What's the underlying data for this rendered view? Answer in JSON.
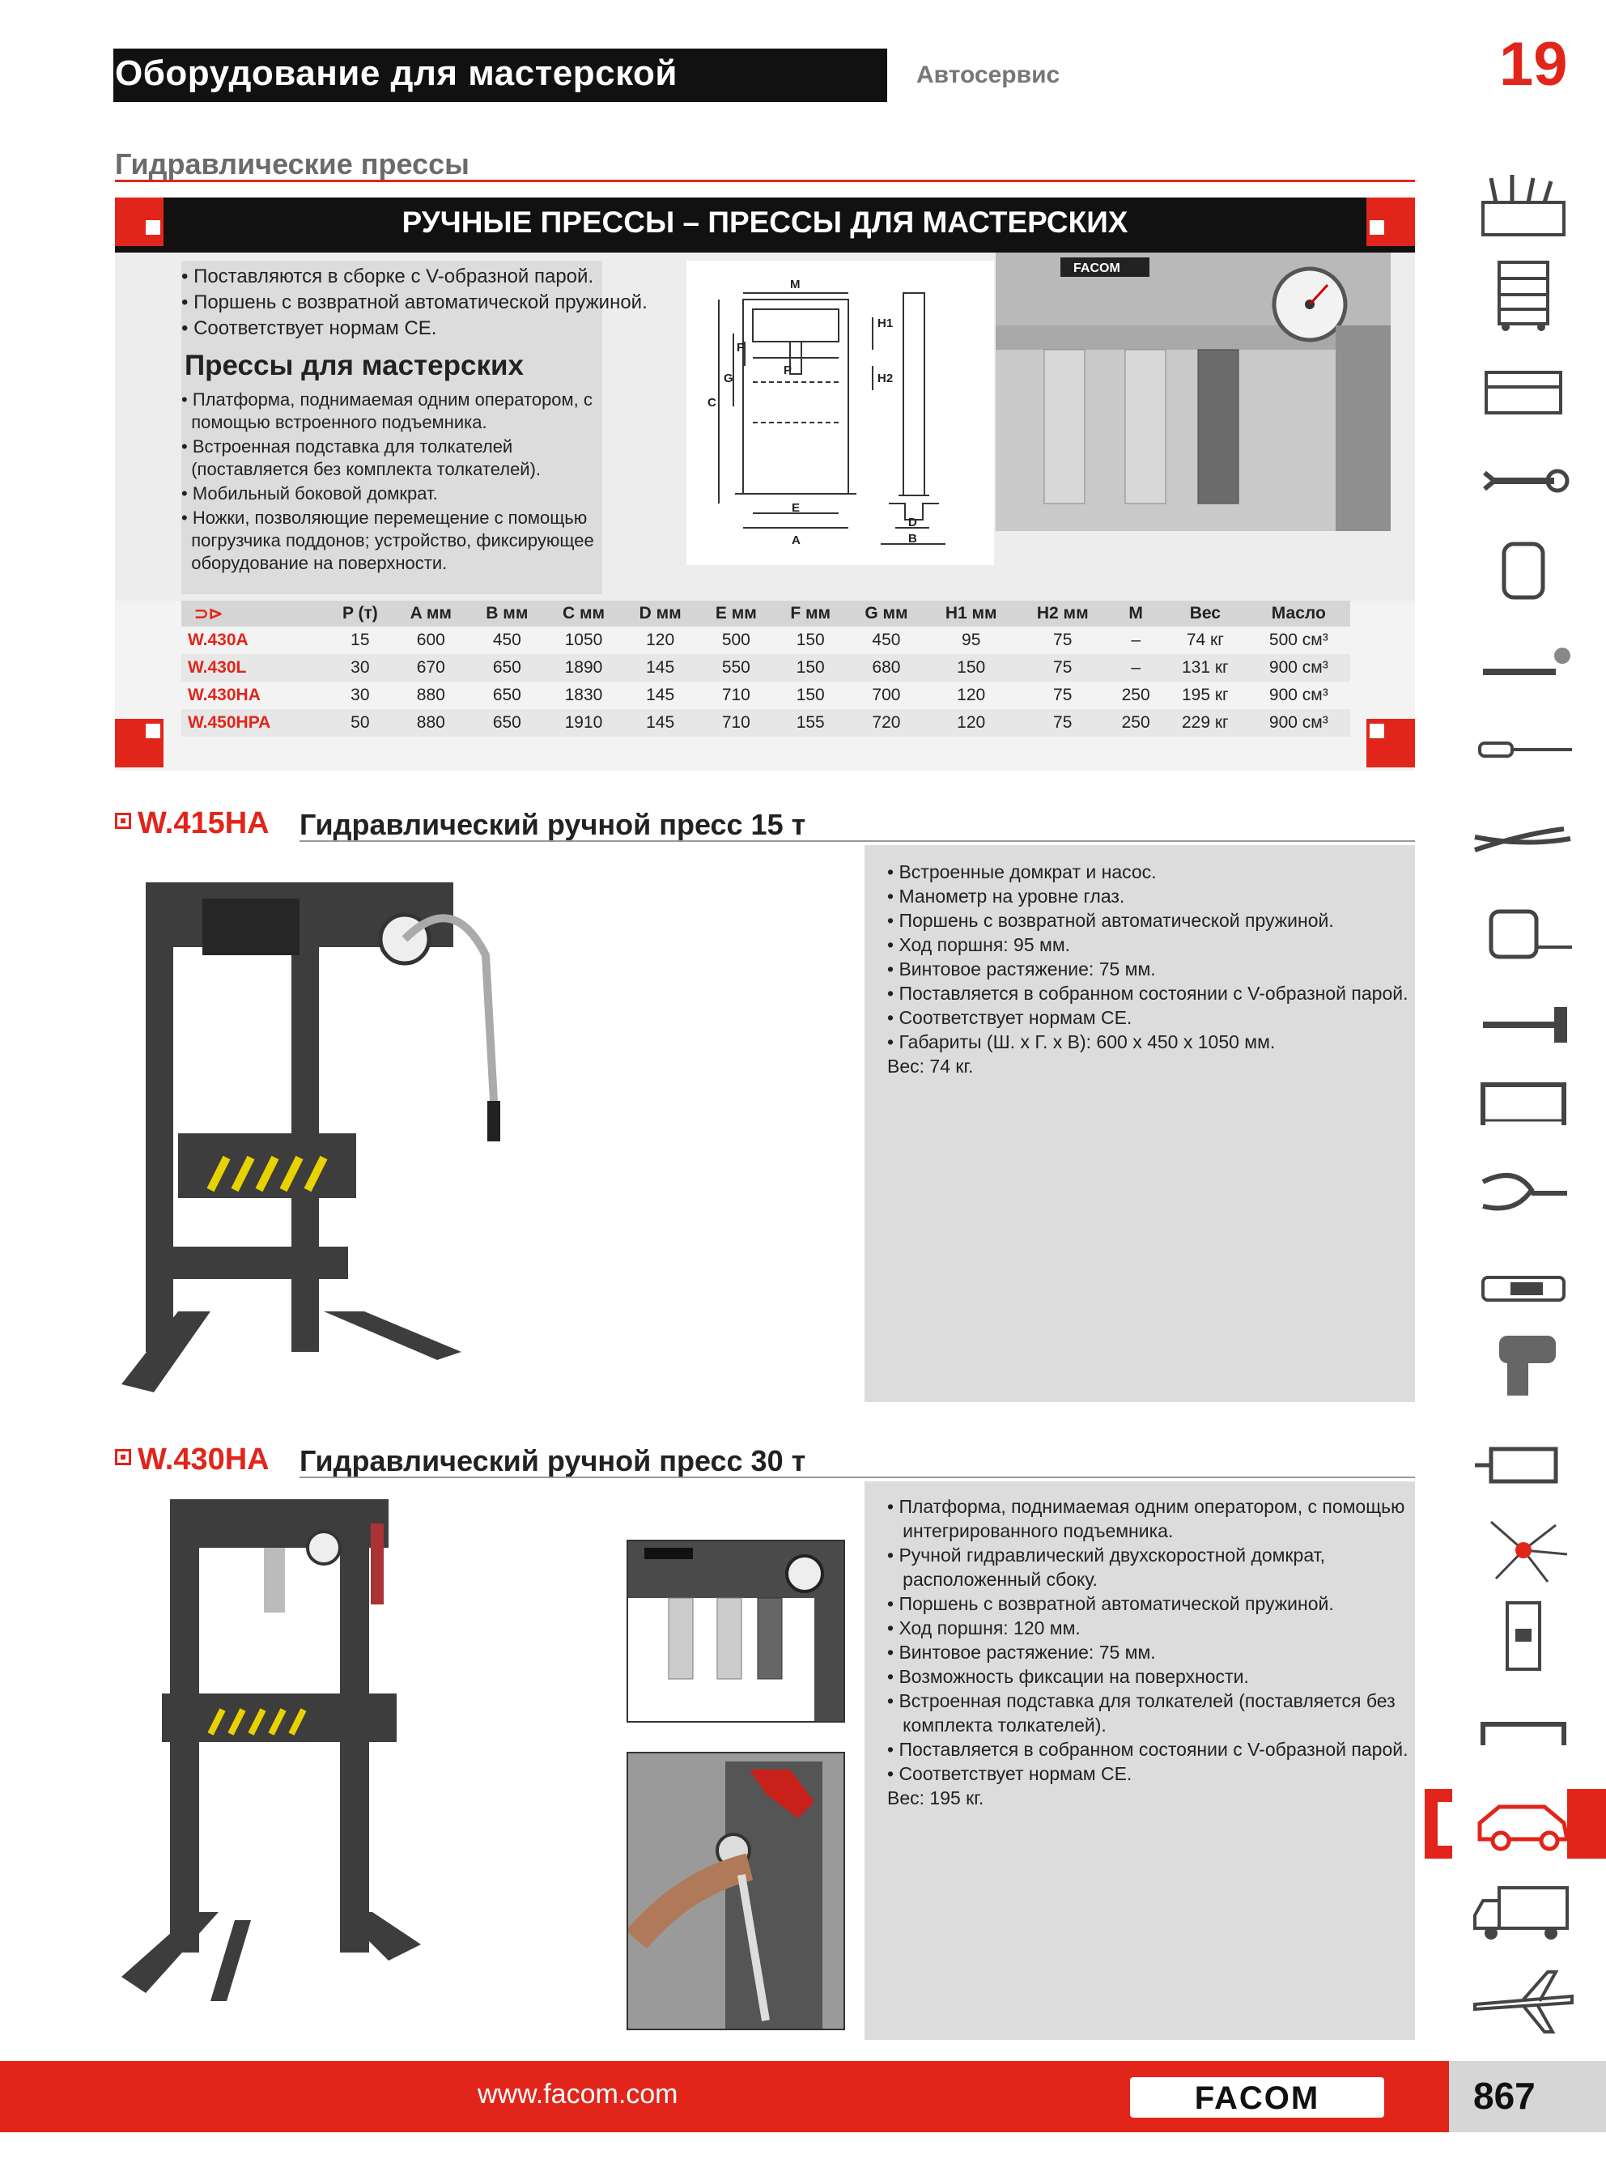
{
  "header": {
    "title": "Оборудование для мастерской",
    "subtitle": "Автосервис",
    "chapter_number": "19"
  },
  "section": {
    "title": "Гидравлические прессы",
    "banner": "РУЧНЫЕ ПРЕССЫ – ПРЕССЫ ДЛЯ МАСТЕРСКИХ"
  },
  "intro": {
    "bullets": [
      "Поставляются в сборке с V-образной парой.",
      "Поршень с возвратной автоматической пружиной.",
      "Соответствует нормам CE."
    ],
    "subheading": "Прессы для мастерских",
    "sub_bullets": [
      "• Платформа, поднимаемая одним оператором, с",
      "  помощью встроенного подъемника.",
      "• Встроенная подставка для толкателей",
      "  (поставляется без комплекта толкателей).",
      "• Мобильный боковой домкрат.",
      "• Ножки, позволяющие перемещение с помощью",
      "  погрузчика поддонов; устройство, фиксирующее",
      "  оборудование на поверхности."
    ]
  },
  "diagram": {
    "labels": [
      "M",
      "H1",
      "F",
      "G",
      "C",
      "P",
      "H2",
      "E",
      "A",
      "D",
      "B"
    ]
  },
  "photo": {
    "logo_text": "FACOM"
  },
  "table": {
    "headers": [
      "P (т)",
      "A мм",
      "B мм",
      "C мм",
      "D мм",
      "E мм",
      "F мм",
      "G мм",
      "H1 мм",
      "H2 мм",
      "M",
      "Вес",
      "Масло"
    ],
    "rows": [
      {
        "code": "W.430A",
        "cells": [
          "15",
          "600",
          "450",
          "1050",
          "120",
          "500",
          "150",
          "450",
          "95",
          "75",
          "–",
          "74 кг",
          "500 см³"
        ]
      },
      {
        "code": "W.430L",
        "cells": [
          "30",
          "670",
          "650",
          "1890",
          "145",
          "550",
          "150",
          "680",
          "150",
          "75",
          "–",
          "131 кг",
          "900 см³"
        ]
      },
      {
        "code": "W.430HA",
        "cells": [
          "30",
          "880",
          "650",
          "1830",
          "145",
          "710",
          "150",
          "700",
          "120",
          "75",
          "250",
          "195 кг",
          "900 см³"
        ]
      },
      {
        "code": "W.450HPA",
        "cells": [
          "50",
          "880",
          "650",
          "1910",
          "145",
          "710",
          "155",
          "720",
          "120",
          "75",
          "250",
          "229 кг",
          "900 см³"
        ]
      }
    ]
  },
  "products": [
    {
      "code": "W.415HA",
      "name": "Гидравлический ручной пресс 15 т",
      "lines": [
        "• Встроенные домкрат и насос.",
        "• Манометр на уровне глаз.",
        "• Поршень с возвратной автоматической пружиной.",
        "• Ход поршня: 95 мм.",
        "• Винтовое растяжение: 75 мм.",
        "• Поставляется в собранном состоянии с V-образной парой.",
        "• Соответствует нормам CE.",
        "• Габариты (Ш. x Г. x В): 600 x 450 x 1050 мм.",
        "Вес: 74 кг."
      ]
    },
    {
      "code": "W.430HA",
      "name": "Гидравлический ручной пресс 30 т",
      "lines": [
        "• Платформа, поднимаемая одним оператором, с помощью",
        "   интегрированного подъемника.",
        "• Ручной гидравлический двухскоростной домкрат,",
        "   расположенный сбоку.",
        "• Поршень с возвратной автоматической пружиной.",
        "• Ход поршня: 120 мм.",
        "• Винтовое растяжение: 75 мм.",
        "• Возможность фиксации на поверхности.",
        "• Встроенная подставка для толкателей (поставляется без",
        "   комплекта толкателей).",
        "• Поставляется в собранном состоянии с V-образной парой.",
        "• Соответствует нормам CE.",
        "Вес: 195 кг."
      ]
    }
  ],
  "footer": {
    "url": "www.facom.com",
    "brand": "FACOM",
    "page_number": "867"
  },
  "sidebar": {
    "icons": [
      "tool-set-icon",
      "tool-trolley-icon",
      "tool-box-icon",
      "wrench-icon",
      "socket-icon",
      "ratchet-icon",
      "screwdriver-icon",
      "pliers-icon",
      "tape-measure-icon",
      "hammer-icon",
      "hacksaw-icon",
      "puller-icon",
      "tester-icon",
      "impact-wrench-icon",
      "vise-icon",
      "safety-icon",
      "electrical-icon",
      "grip-icon",
      "car-icon",
      "truck-icon",
      "airplane-icon"
    ],
    "active": "car-icon"
  },
  "colors": {
    "accent": "#e1251b",
    "dark": "#111111",
    "grey_panel": "#dcdcdc"
  }
}
